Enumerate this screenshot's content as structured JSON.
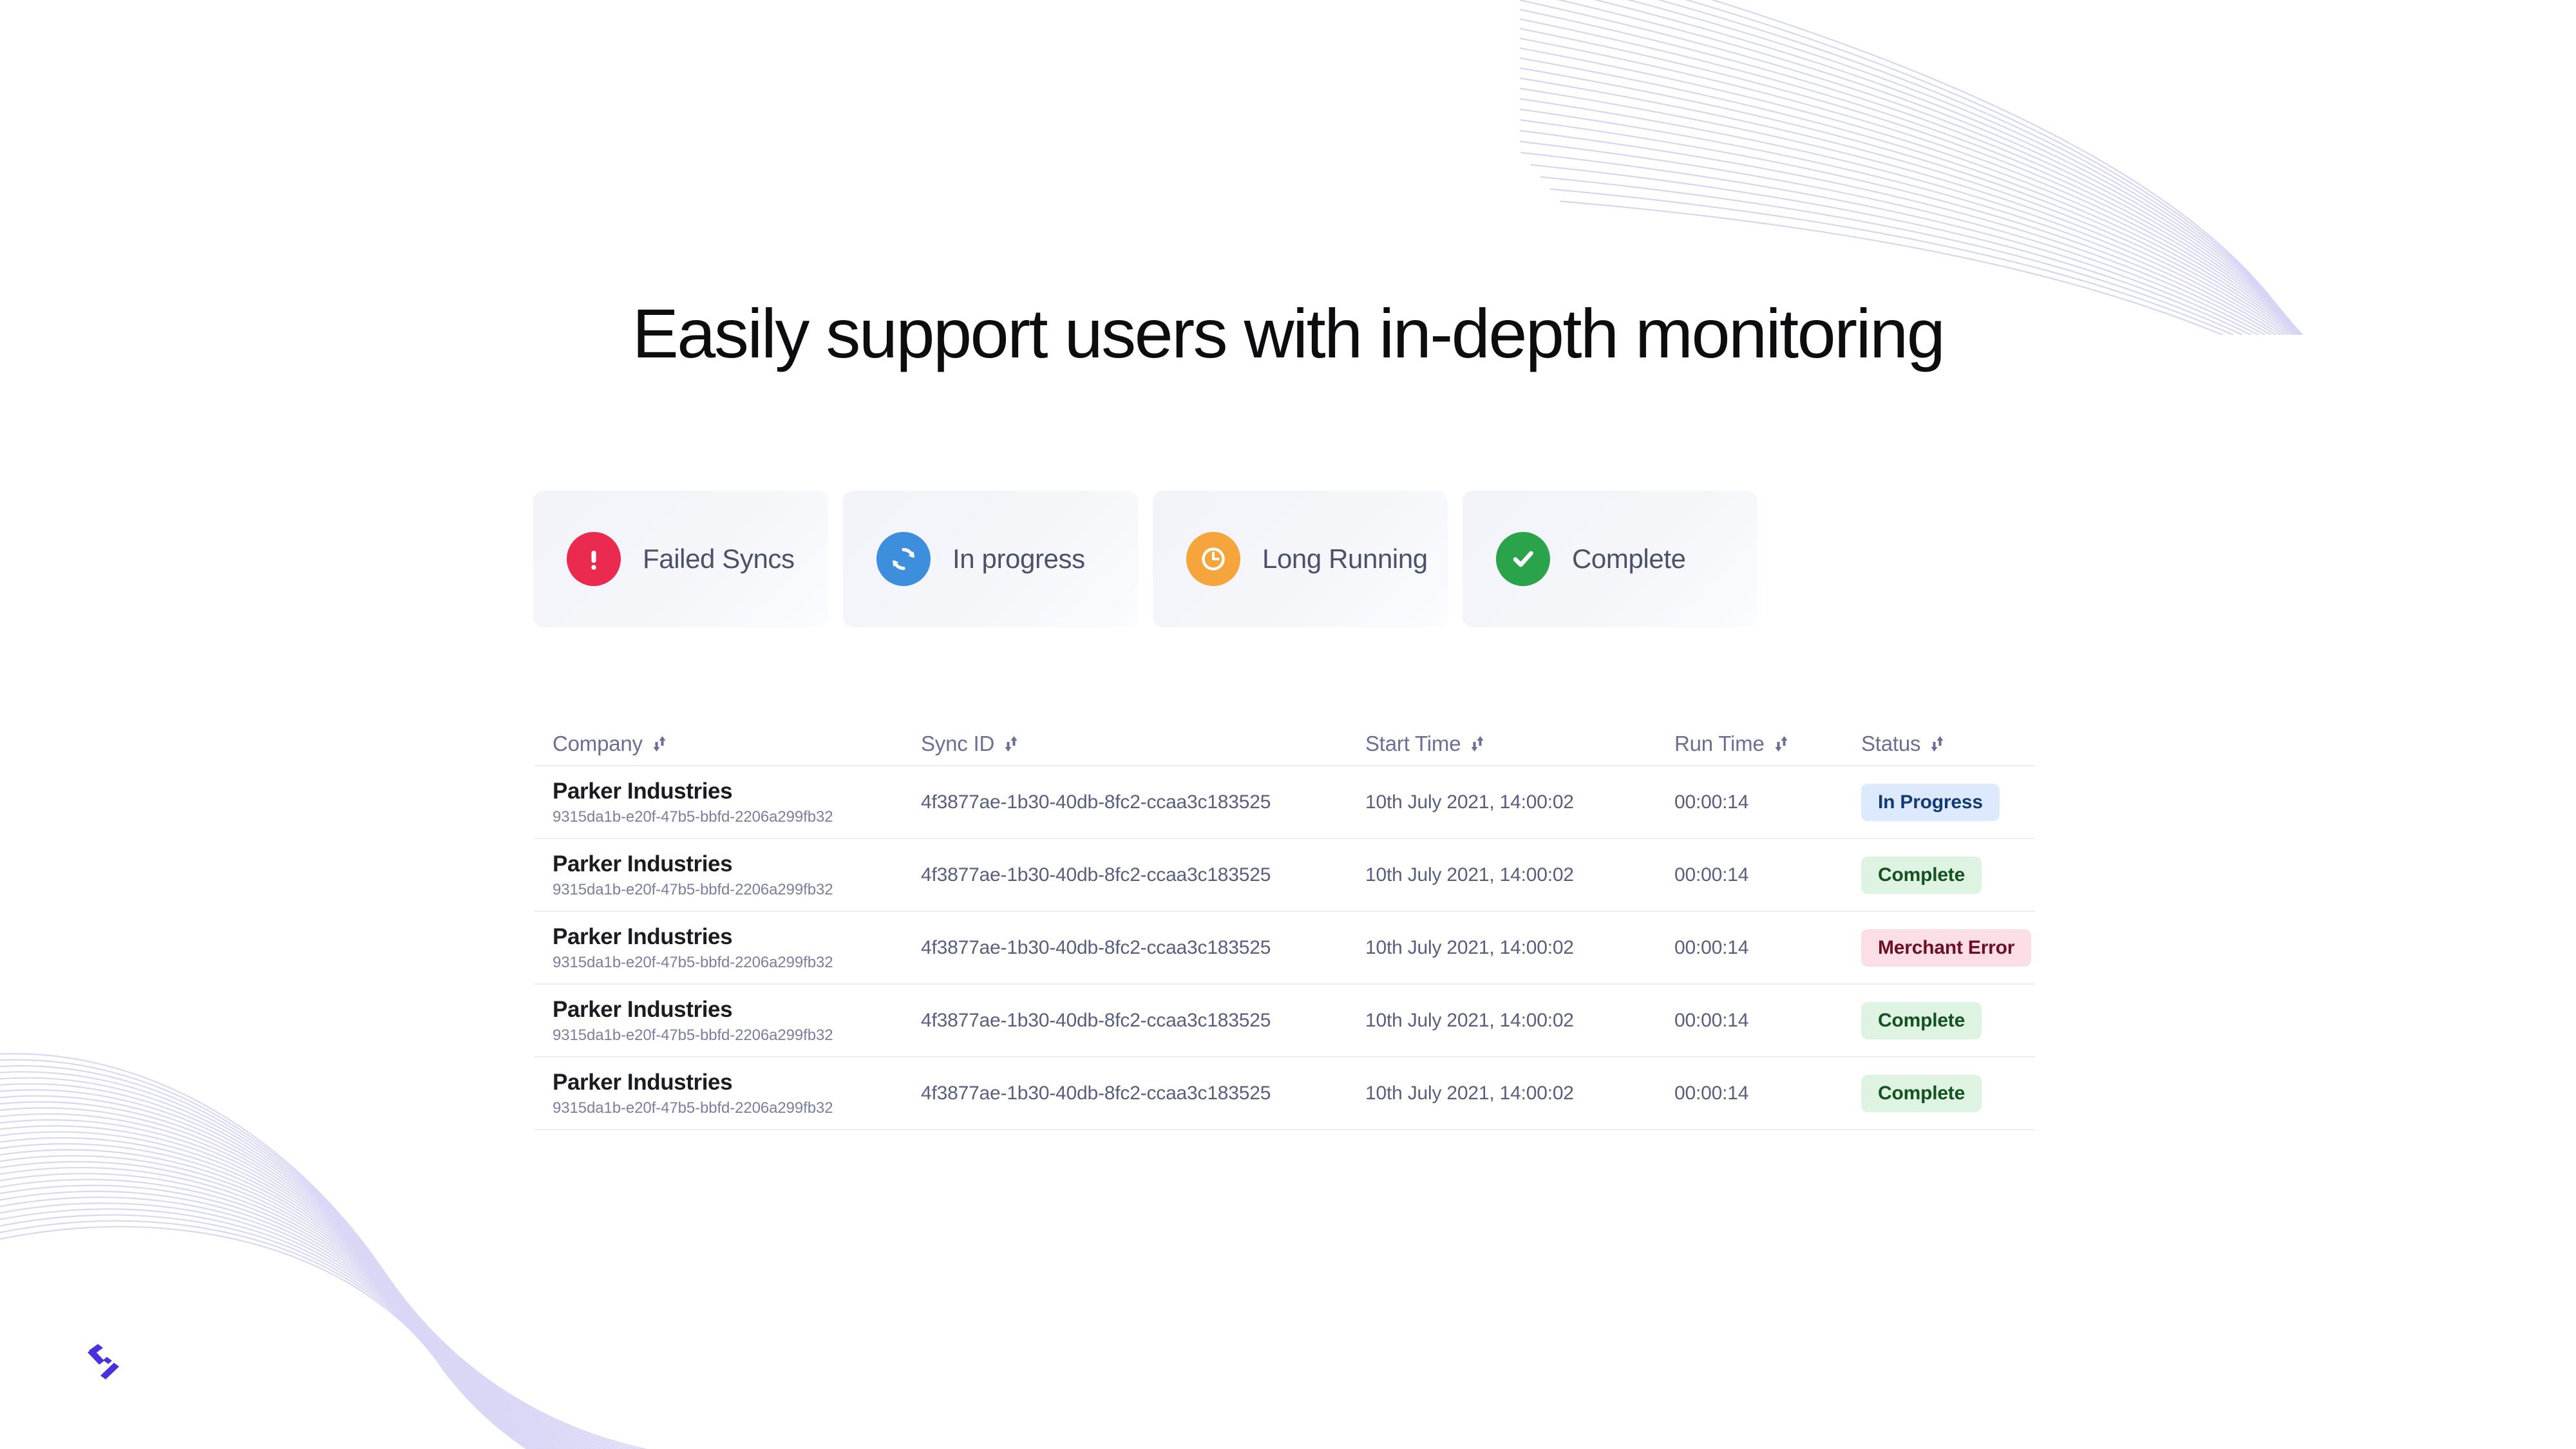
{
  "page": {
    "title": "Easily support users with in-depth monitoring",
    "background_color": "#ffffff",
    "accent_color": "#4733dd",
    "decoration": {
      "wave_top_right": "wave-lines-decoration",
      "wave_bottom_left": "wave-lines-decoration",
      "wave_color": "#c9c7f2"
    },
    "logo": {
      "name": "brand-logo-mark",
      "color": "#4733dd"
    }
  },
  "status_cards": [
    {
      "label": "Failed Syncs",
      "icon": "alert-exclamation-icon",
      "color": "#ea2a4e"
    },
    {
      "label": "In progress",
      "icon": "sync-refresh-icon",
      "color": "#3e8ede"
    },
    {
      "label": "Long Running",
      "icon": "clock-icon",
      "color": "#f5a53c"
    },
    {
      "label": "Complete",
      "icon": "check-circle-icon",
      "color": "#2ba34a"
    }
  ],
  "table": {
    "columns": [
      {
        "label": "Company",
        "sort_icon": "sort-arrows-icon"
      },
      {
        "label": "Sync ID",
        "sort_icon": "sort-arrows-icon"
      },
      {
        "label": "Start Time",
        "sort_icon": "sort-arrows-icon"
      },
      {
        "label": "Run Time",
        "sort_icon": "sort-arrows-icon"
      },
      {
        "label": "Status",
        "sort_icon": "sort-arrows-icon"
      }
    ],
    "rows": [
      {
        "company": "Parker Industries",
        "company_id": "9315da1b-e20f-47b5-bbfd-2206a299fb32",
        "sync_id": "4f3877ae-1b30-40db-8fc2-ccaa3c183525",
        "start_time": "10th July 2021, 14:00:02",
        "run_time": "00:00:14",
        "status": "In Progress",
        "status_kind": "in-progress"
      },
      {
        "company": "Parker Industries",
        "company_id": "9315da1b-e20f-47b5-bbfd-2206a299fb32",
        "sync_id": "4f3877ae-1b30-40db-8fc2-ccaa3c183525",
        "start_time": "10th July 2021, 14:00:02",
        "run_time": "00:00:14",
        "status": "Complete",
        "status_kind": "complete"
      },
      {
        "company": "Parker Industries",
        "company_id": "9315da1b-e20f-47b5-bbfd-2206a299fb32",
        "sync_id": "4f3877ae-1b30-40db-8fc2-ccaa3c183525",
        "start_time": "10th July 2021, 14:00:02",
        "run_time": "00:00:14",
        "status": "Merchant Error",
        "status_kind": "error"
      },
      {
        "company": "Parker Industries",
        "company_id": "9315da1b-e20f-47b5-bbfd-2206a299fb32",
        "sync_id": "4f3877ae-1b30-40db-8fc2-ccaa3c183525",
        "start_time": "10th July 2021, 14:00:02",
        "run_time": "00:00:14",
        "status": "Complete",
        "status_kind": "complete"
      },
      {
        "company": "Parker Industries",
        "company_id": "9315da1b-e20f-47b5-bbfd-2206a299fb32",
        "sync_id": "4f3877ae-1b30-40db-8fc2-ccaa3c183525",
        "start_time": "10th July 2021, 14:00:02",
        "run_time": "00:00:14",
        "status": "Complete",
        "status_kind": "complete"
      }
    ]
  }
}
